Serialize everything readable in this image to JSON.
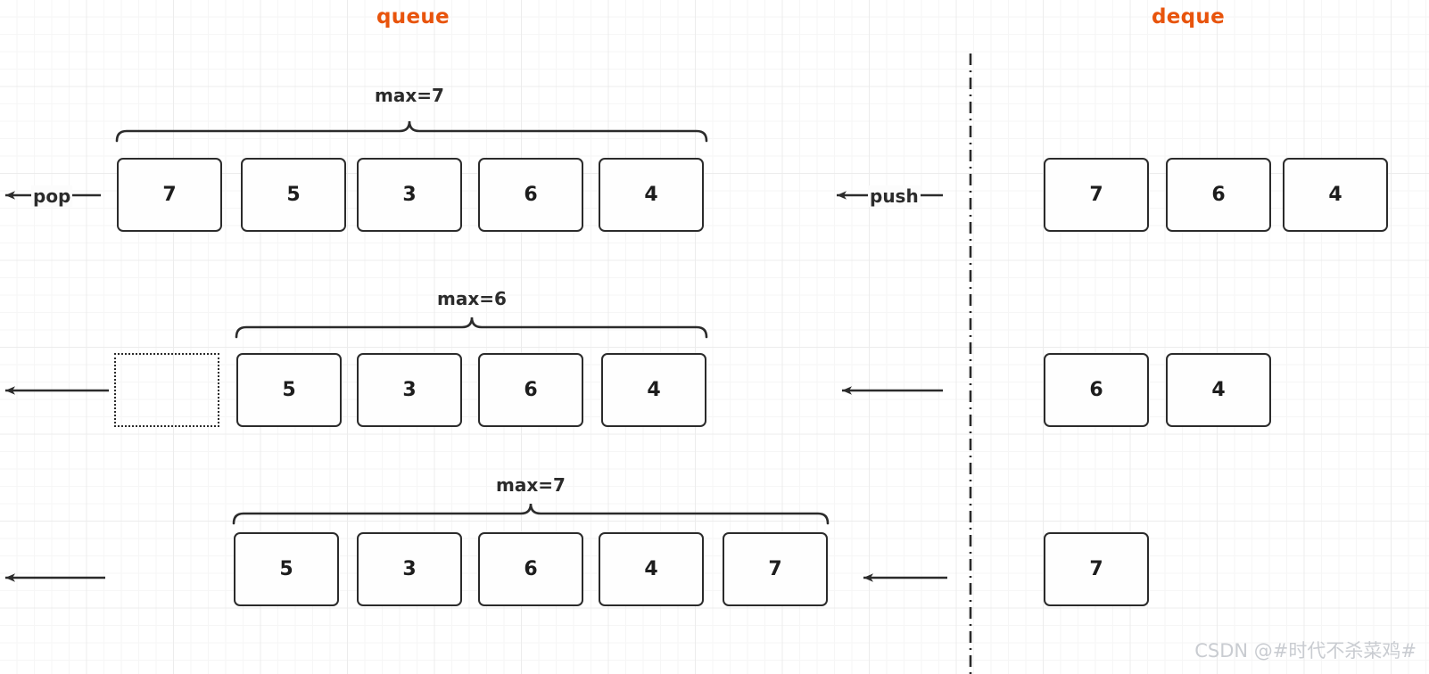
{
  "titles": {
    "left": "queue",
    "right": "deque",
    "color": "#e8540c"
  },
  "watermark": "CSDN @#时代不杀菜鸡#",
  "arrows": {
    "pop_label": "pop",
    "push_label": "push"
  },
  "rows": [
    {
      "brace_label": "max=7",
      "queue_values": [
        "7",
        "5",
        "3",
        "6",
        "4"
      ],
      "deque_values": [
        "7",
        "6",
        "4"
      ],
      "has_empty_slot": false,
      "left_arrow_label": "pop",
      "right_arrow_label": "push"
    },
    {
      "brace_label": "max=6",
      "queue_values": [
        "5",
        "3",
        "6",
        "4"
      ],
      "deque_values": [
        "6",
        "4"
      ],
      "has_empty_slot": true,
      "left_arrow_label": "",
      "right_arrow_label": ""
    },
    {
      "brace_label": "max=7",
      "queue_values": [
        "5",
        "3",
        "6",
        "4",
        "7"
      ],
      "deque_values": [
        "7"
      ],
      "has_empty_slot": false,
      "left_arrow_label": "",
      "right_arrow_label": ""
    }
  ],
  "colors": {
    "stroke": "#2b2b2b",
    "grid_minor": "#f6f6f6",
    "grid_major": "#ececec",
    "box_fill": "#fefefe",
    "watermark": "#c9ccd1"
  }
}
